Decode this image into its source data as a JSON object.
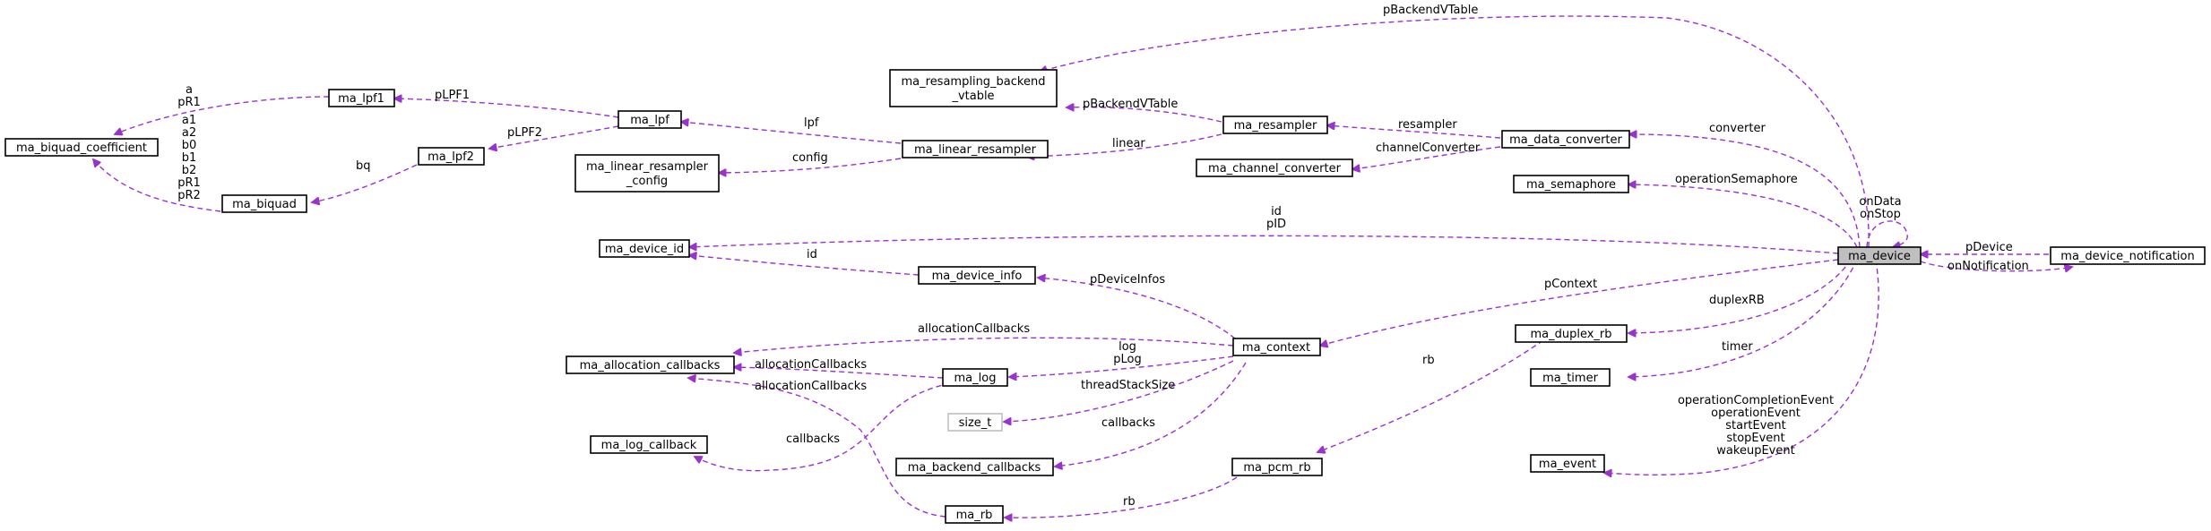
{
  "diagram": {
    "nodes": {
      "ma_device": "ma_device",
      "ma_device_notification": "ma_device_notification",
      "ma_context": "ma_context",
      "ma_data_converter": "ma_data_converter",
      "ma_resampler": "ma_resampler",
      "ma_channel_converter": "ma_channel_converter",
      "ma_resampling_backend_vtable_l1": "ma_resampling_backend",
      "ma_resampling_backend_vtable_l2": "_vtable",
      "ma_linear_resampler": "ma_linear_resampler",
      "ma_linear_resampler_config_l1": "ma_linear_resampler",
      "ma_linear_resampler_config_l2": "_config",
      "ma_lpf": "ma_lpf",
      "ma_lpf1": "ma_lpf1",
      "ma_lpf2": "ma_lpf2",
      "ma_biquad": "ma_biquad",
      "ma_biquad_coefficient": "ma_biquad_coefficient",
      "ma_semaphore": "ma_semaphore",
      "ma_device_id": "ma_device_id",
      "ma_device_info": "ma_device_info",
      "ma_allocation_callbacks": "ma_allocation_callbacks",
      "ma_log": "ma_log",
      "ma_log_callback": "ma_log_callback",
      "size_t": "size_t",
      "ma_backend_callbacks": "ma_backend_callbacks",
      "ma_pcm_rb": "ma_pcm_rb",
      "ma_rb": "ma_rb",
      "ma_duplex_rb": "ma_duplex_rb",
      "ma_timer": "ma_timer",
      "ma_event": "ma_event"
    },
    "edge_labels": {
      "pBackendVTable_top": "pBackendVTable",
      "pBackendVTable_res": "pBackendVTable",
      "converter": "converter",
      "resampler": "resampler",
      "channelConverter": "channelConverter",
      "linear": "linear",
      "lpf": "lpf",
      "config": "config",
      "pLPF1": "pLPF1",
      "pLPF2": "pLPF2",
      "bq": "bq",
      "coef_top": [
        "a",
        "pR1"
      ],
      "coef_bottom": [
        "a1",
        "a2",
        "b0",
        "b1",
        "b2",
        "pR1",
        "pR2"
      ],
      "operationSemaphore": "operationSemaphore",
      "onDataStop": [
        "onData",
        "onStop"
      ],
      "pDevice": "pDevice",
      "onNotification": "onNotification",
      "id_pID": [
        "id",
        "pID"
      ],
      "id": "id",
      "pDeviceInfos": "pDeviceInfos",
      "pContext": "pContext",
      "allocationCallbacks_ctx": "allocationCallbacks",
      "log_pLog": [
        "log",
        "pLog"
      ],
      "allocationCallbacks_log": "allocationCallbacks",
      "allocationCallbacks_rb": "allocationCallbacks",
      "threadStackSize": "threadStackSize",
      "callbacks_backend": "callbacks",
      "callbacks_log": "callbacks",
      "duplexRB": "duplexRB",
      "rb_pcm": "rb",
      "rb_ma_rb": "rb",
      "timer": "timer",
      "events": [
        "operationCompletionEvent",
        "operationEvent",
        "startEvent",
        "stopEvent",
        "wakeupEvent"
      ]
    },
    "colors": {
      "edge": "#9a32cd",
      "node_border": "#000000",
      "highlight_fill": "#bfbfbf",
      "muted_border": "#bfbfbf"
    }
  }
}
